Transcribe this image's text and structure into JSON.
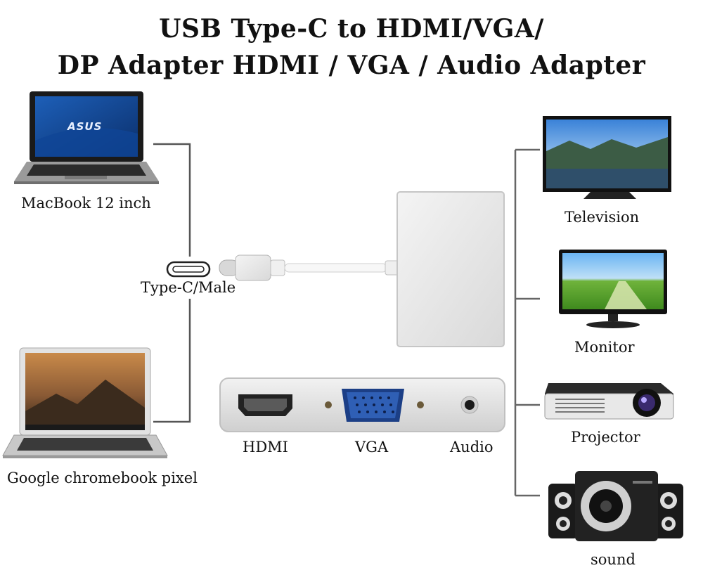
{
  "title": {
    "line1": "USB Type-C to HDMI/VGA/",
    "line2": "DP Adapter HDMI / VGA / Audio Adapter"
  },
  "sources": {
    "laptop_top": {
      "label": "MacBook 12 inch",
      "screen_logo": "ASUS"
    },
    "laptop_bottom": {
      "label": "Google chromebook pixel"
    }
  },
  "connector": {
    "label": "Type-C/Male"
  },
  "ports": {
    "hdmi": "HDMI",
    "vga": "VGA",
    "audio": "Audio"
  },
  "outputs": {
    "tv": "Television",
    "monitor": "Monitor",
    "projector": "Projector",
    "sound": "sound"
  },
  "colors": {
    "line": "#555555",
    "adapter": "#e8e8e8",
    "vga_port": "#2f5fb5"
  }
}
